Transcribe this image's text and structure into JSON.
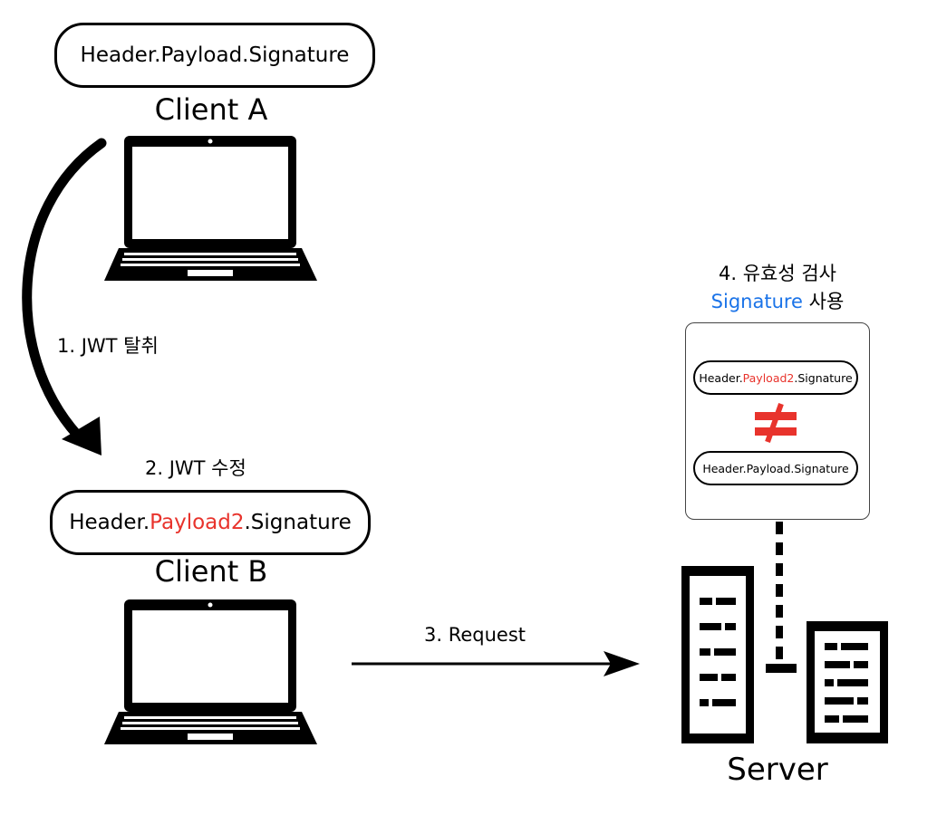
{
  "client_a": {
    "token": "Header.Payload.Signature",
    "label": "Client A"
  },
  "client_b": {
    "token_prefix": "Header.",
    "token_modified": "Payload2",
    "token_suffix": ".Signature",
    "label": "Client B"
  },
  "steps": {
    "step1": "1. JWT 탈취",
    "step2": "2. JWT 수정",
    "step3": "3. Request",
    "step4_title": "4. 유효성 검사",
    "step4_signature": "Signature",
    "step4_use": " 사용"
  },
  "validation": {
    "received_prefix": "Header.",
    "received_modified": "Payload2",
    "received_suffix": ".Signature",
    "not_equal_symbol": "≠",
    "expected": "Header.Payload.Signature"
  },
  "server": {
    "label": "Server"
  },
  "colors": {
    "modified": "#e8332c",
    "signature_highlight": "#1a73e8",
    "not_equal": "#e8332c"
  },
  "icons": [
    "laptop-icon",
    "laptop-icon",
    "server-icon",
    "curved-arrow-icon",
    "arrow-right-icon",
    "not-equal-icon"
  ]
}
